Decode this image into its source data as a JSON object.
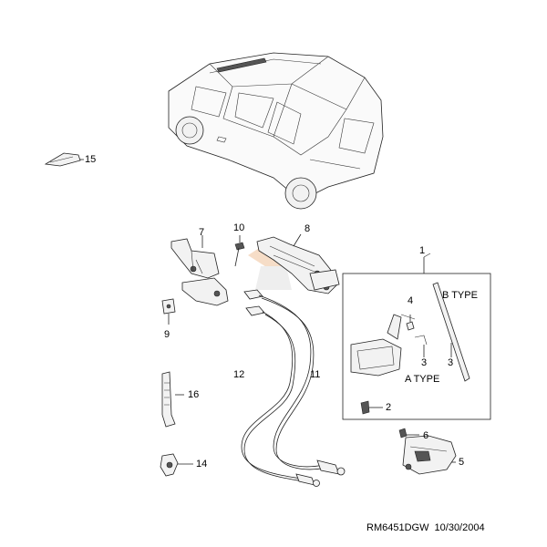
{
  "callouts": {
    "c1": "1",
    "c2": "2",
    "c3a": "3",
    "c3b": "3",
    "c4": "4",
    "c5": "5",
    "c6": "6",
    "c7": "7",
    "c8": "8",
    "c9": "9",
    "c10": "10",
    "c11": "11",
    "c12": "12",
    "c14": "14",
    "c15": "15",
    "c16": "16"
  },
  "labels": {
    "b_type": "B TYPE",
    "a_type": "A TYPE"
  },
  "footer": {
    "drawing_code": "RM6451DGW",
    "date": "10/30/2004"
  }
}
